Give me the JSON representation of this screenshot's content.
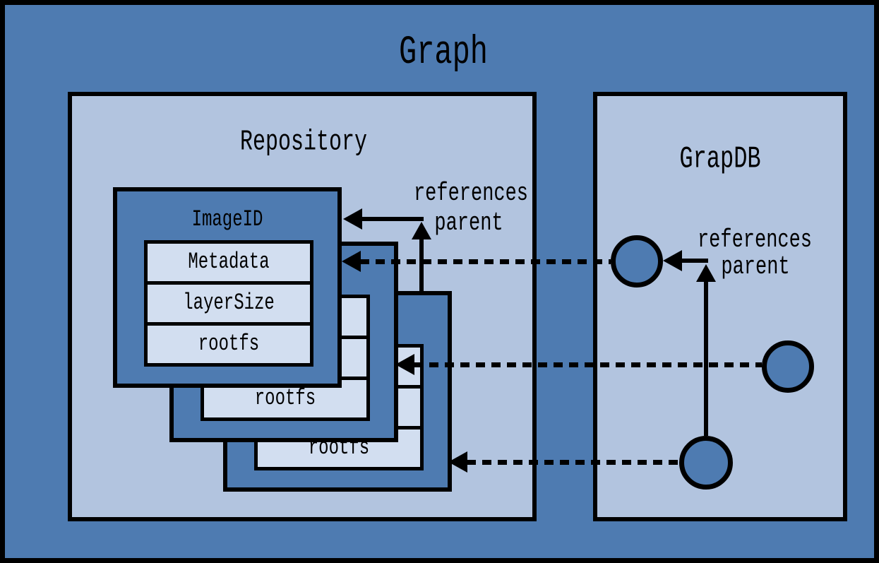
{
  "diagram": {
    "title": "Graph",
    "colors": {
      "background": "#4e7bb1",
      "panel": "#b2c4df",
      "row_fill": "#d2def0",
      "line": "#000000"
    },
    "repository": {
      "title": "Repository",
      "annotation": {
        "line1": "references",
        "line2": "parent"
      },
      "cards": [
        {
          "title": "ImageID",
          "rows": [
            "Metadata",
            "layerSize",
            "rootfs"
          ]
        },
        {
          "title": "",
          "rows": [
            "",
            "",
            "rootfs"
          ]
        },
        {
          "title": "",
          "rows": [
            "",
            "",
            "rootfs"
          ]
        }
      ]
    },
    "graphdb": {
      "title": "GrapDB",
      "annotation": {
        "line1": "references",
        "line2": "parent"
      },
      "nodes": [
        "layer-node-top",
        "layer-node-middle",
        "layer-node-bottom"
      ]
    }
  }
}
